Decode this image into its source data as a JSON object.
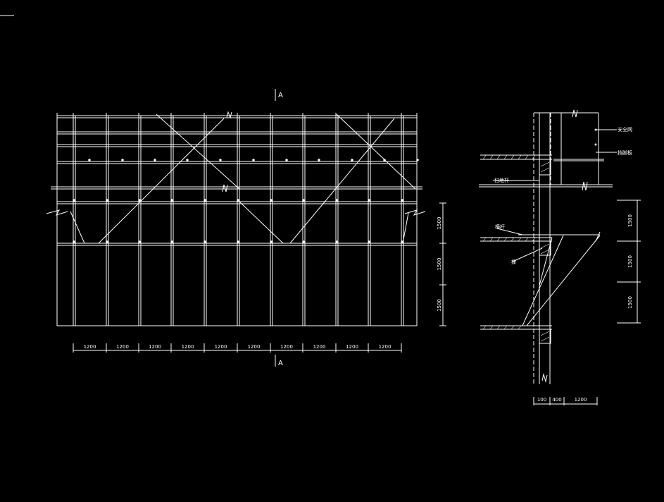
{
  "drawing": {
    "colors": {
      "background": "#000000",
      "line": "#ffffff",
      "accent": "#ffffff"
    },
    "section_marks": {
      "top": "A",
      "bottom": "A"
    },
    "elevation": {
      "bottom_dims": [
        "1200",
        "1200",
        "1200",
        "1200",
        "1200",
        "1200",
        "1200",
        "1200",
        "1200",
        "1200"
      ],
      "right_dims": [
        "1500",
        "1500",
        "1500"
      ]
    },
    "section": {
      "right_dims": [
        "1500",
        "1500",
        "1500"
      ],
      "bottom_dims": [
        "100",
        "400",
        "1200"
      ],
      "labels": {
        "l1": "安全网",
        "l2": "挡脚板",
        "l3": "扫地杆",
        "l4": "横杆",
        "l5": "撑"
      }
    }
  }
}
